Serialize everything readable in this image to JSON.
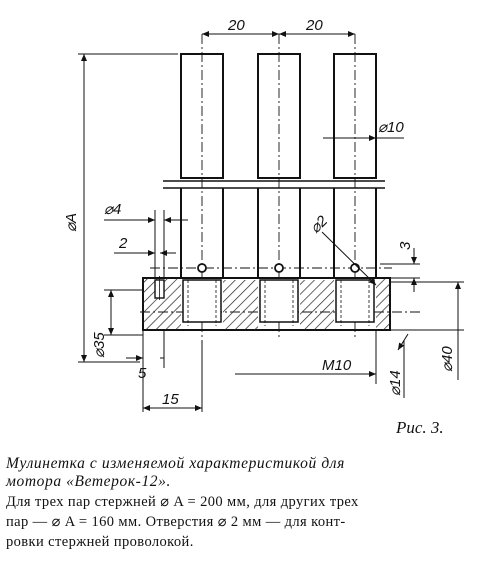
{
  "figure": {
    "dimensions": {
      "pitch_1": "20",
      "pitch_2": "20",
      "rod_diameter": "⌀10",
      "hole_small": "⌀4",
      "hole_wire": "⌀2",
      "offset_2": "2",
      "offset_3": "3",
      "overall_A": "⌀A",
      "hub_35": "⌀35",
      "hub_40": "⌀40",
      "bore_14": "⌀14",
      "thread": "M10",
      "len_5": "5",
      "len_15": "15"
    },
    "label": "Рис. 3."
  },
  "caption": {
    "title_line1": "Мулинетка с изменяемой характеристикой для",
    "title_line2": "мотора «Ветерок-12».",
    "body_line1": "Для трех пар стержней ⌀ A = 200 мм, для других трех",
    "body_line2": "пар — ⌀ A = 160 мм. Отверстия ⌀ 2 мм — для конт-",
    "body_line3": "ровки стержней проволокой."
  }
}
